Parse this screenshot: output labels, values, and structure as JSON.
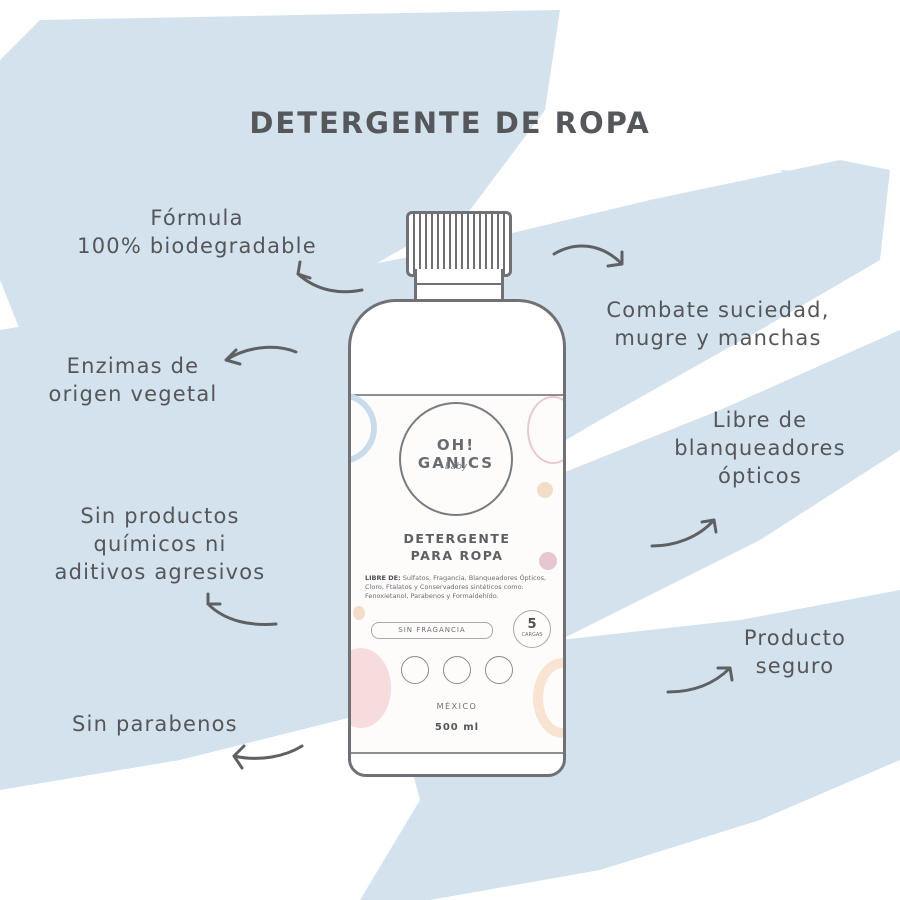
{
  "title": "DETERGENTE DE ROPA",
  "features_left": [
    {
      "text": "Fórmula\n100% biodegradable"
    },
    {
      "text": "Enzimas de\norigen vegetal"
    },
    {
      "text": "Sin productos\nquímicos ni\naditivos agresivos"
    },
    {
      "text": "Sin parabenos"
    }
  ],
  "features_right": [
    {
      "text": "Combate suciedad,\nmugre y manchas"
    },
    {
      "text": "Libre de\nblanqueadores\nópticos"
    },
    {
      "text": "Producto\nseguro"
    }
  ],
  "product": {
    "brand": "OH! GANICS",
    "sub_brand": "baby",
    "name": "DETERGENTE\nPARA ROPA",
    "free_of_label": "LIBRE DE:",
    "free_of_text": "Sulfatos, Fragancia, Blanqueadores Ópticos, Cloro, Ftalatos y Conservadores sintéticos como: Fenoxietanol, Parabenos y Formaldehído.",
    "variant": "SIN FRAGANCIA",
    "loads_number": "5",
    "loads_label": "CARGAS",
    "origin": "MÉXICO",
    "volume": "500 ml"
  },
  "colors": {
    "brush_blue": "#d3e2ec",
    "text": "#55565a"
  },
  "icons": [
    "arrow-icon",
    "bottle-illustration"
  ]
}
